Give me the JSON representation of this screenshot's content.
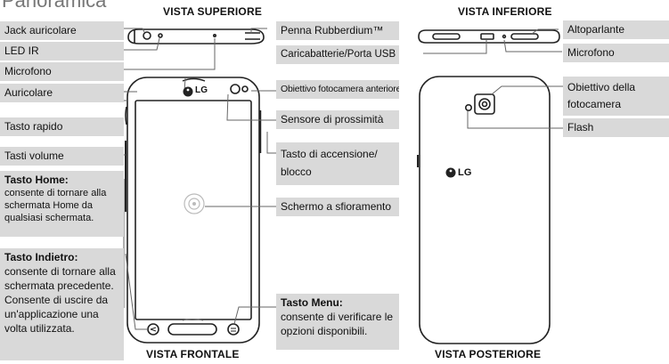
{
  "page_title": "Panoramica",
  "views": {
    "top": "VISTA SUPERIORE",
    "bottom": "VISTA INFERIORE",
    "front": "VISTA FRONTALE",
    "back": "VISTA POSTERIORE"
  },
  "brand": "LG",
  "labels": {
    "jack": "Jack auricolare",
    "ir": "LED IR",
    "mic_top": "Microfono",
    "earpiece": "Auricolare",
    "quick_key": "Tasto rapido",
    "volume": "Tasti volume",
    "home_title": "Tasto Home:",
    "home_desc": "consente di tornare alla schermata Home da qualsiasi schermata.",
    "back_title": "Tasto Indietro:",
    "back_desc": "consente di tornare alla schermata precedente. Consente di uscire da un'applicazione una volta utilizzata.",
    "pen": "Penna Rubberdium™",
    "charger": "Caricabatterie/Porta USB",
    "front_camera": "Obiettivo fotocamera anteriore",
    "proximity": "Sensore di prossimità",
    "power": "Tasto di accensione/ blocco",
    "touchscreen": "Schermo a sfioramento",
    "menu_title": "Tasto Menu:",
    "menu_desc": "consente di verificare le opzioni disponibili.",
    "speaker": "Altoparlante",
    "mic_bottom": "Microfono",
    "camera_lens": "Obiettivo della fotocamera",
    "flash": "Flash"
  }
}
